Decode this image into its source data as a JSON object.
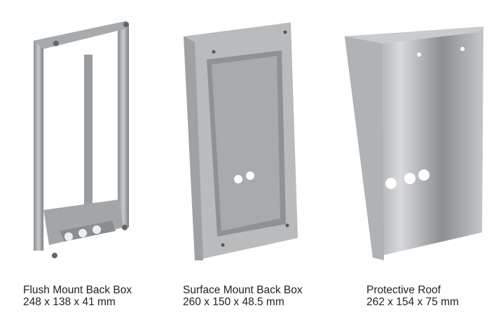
{
  "products": [
    {
      "name": "Flush Mount Back Box",
      "dimensions": "248 x 138 x 41 mm"
    },
    {
      "name": "Surface Mount Back Box",
      "dimensions": "260 x 150 x 48.5 mm"
    },
    {
      "name": "Protective Roof",
      "dimensions": "262 x 154 x 75 mm"
    }
  ]
}
